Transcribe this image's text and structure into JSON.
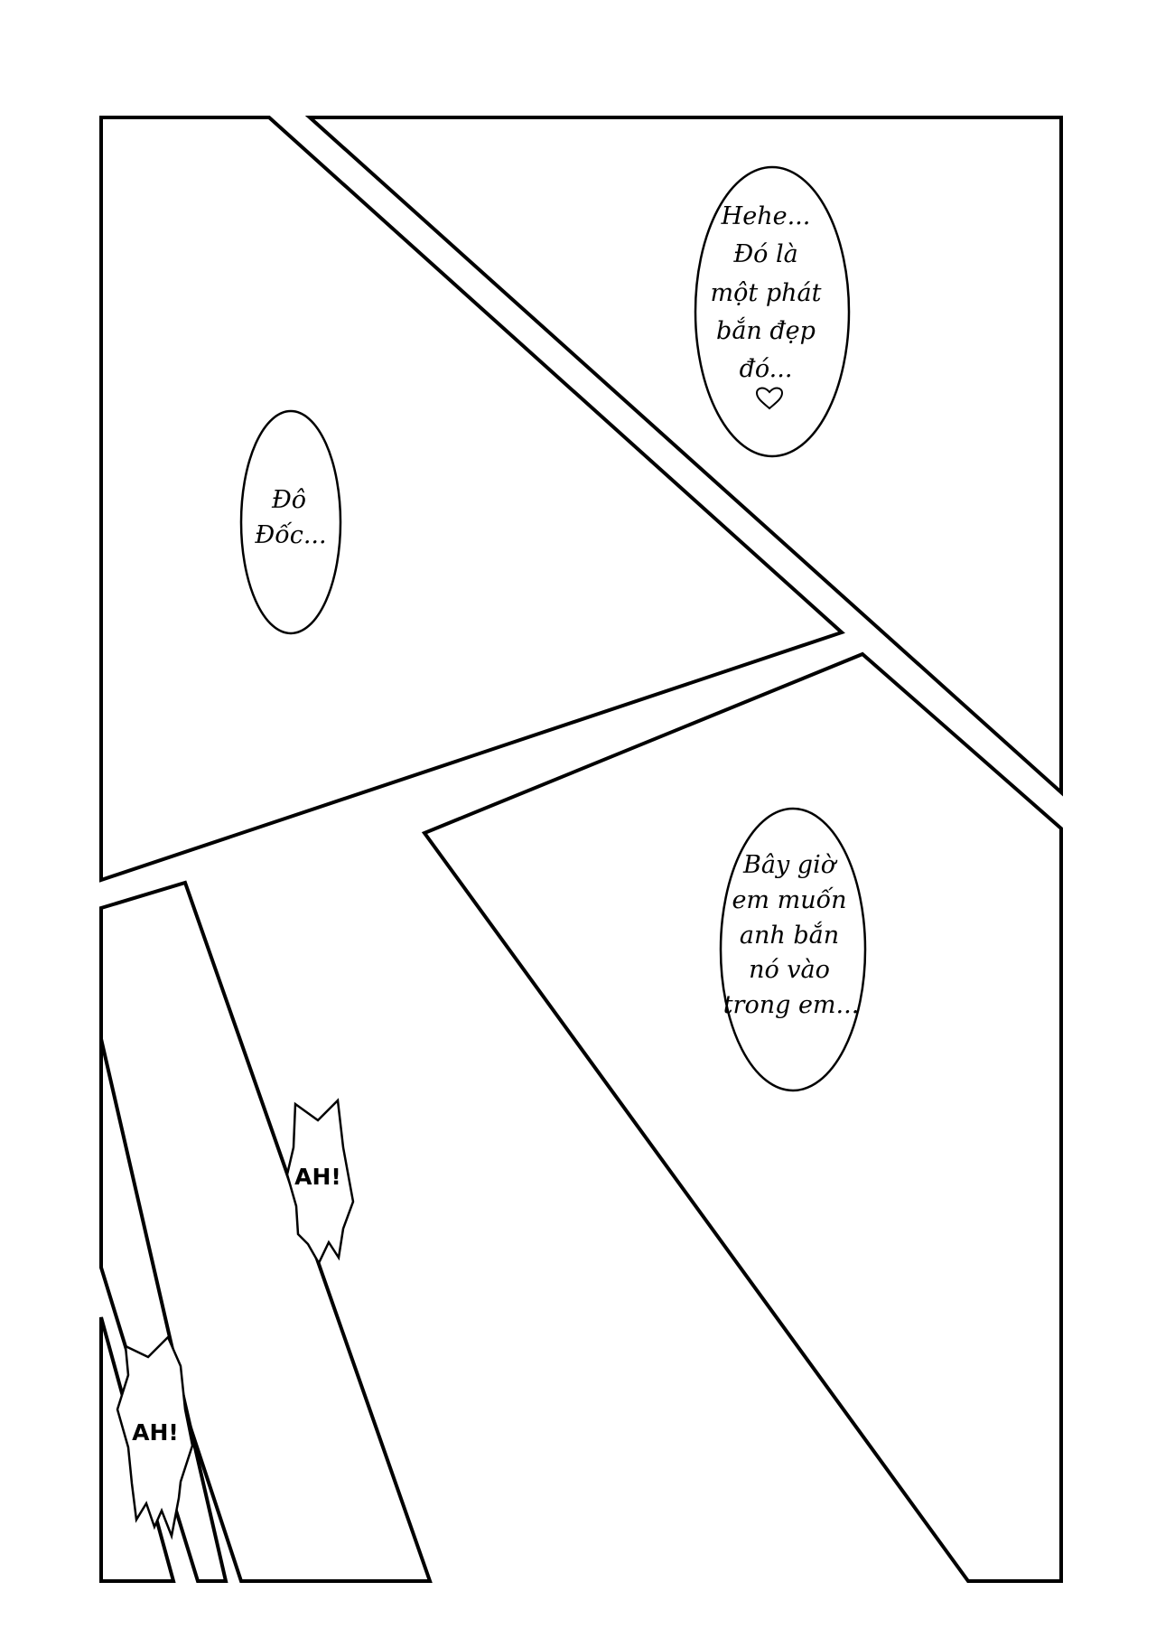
{
  "bubbles": {
    "top_right": {
      "lines": [
        "Hehe...",
        "Đó là",
        "một phát",
        "bắn đẹp",
        "đó..."
      ],
      "icon": "heart-icon"
    },
    "middle_left": {
      "lines": [
        "Đô",
        "Đốc..."
      ]
    },
    "bottom_right": {
      "lines": [
        "Bây giờ",
        "em muốn",
        "anh bắn",
        "nó vào",
        "trong em..."
      ]
    }
  },
  "sfx": {
    "first": "AH!",
    "second": "AH!"
  }
}
